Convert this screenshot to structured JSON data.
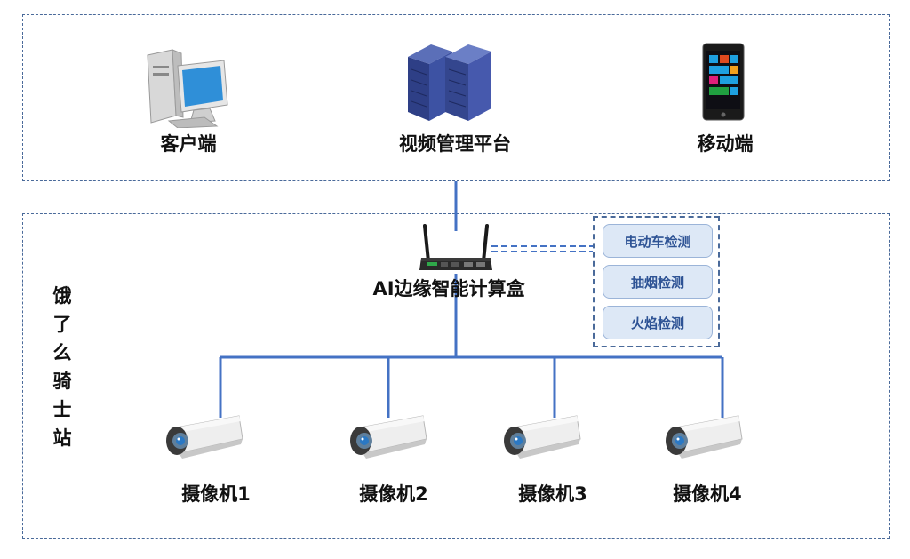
{
  "top_zone": {
    "client_label": "客户端",
    "platform_label": "视频管理平台",
    "mobile_label": "移动端"
  },
  "edge_box": {
    "label": "AI边缘智能计算盒"
  },
  "detections": [
    {
      "label": "电动车检测"
    },
    {
      "label": "抽烟检测"
    },
    {
      "label": "火焰检测"
    }
  ],
  "site_label": "饿了么骑士站",
  "cameras": [
    {
      "label": "摄像机1"
    },
    {
      "label": "摄像机2"
    },
    {
      "label": "摄像机3"
    },
    {
      "label": "摄像机4"
    }
  ],
  "icons": {
    "client": "desktop-computer-icon",
    "platform": "server-rack-icon",
    "mobile": "smartphone-icon",
    "edge_box": "router-icon",
    "camera": "security-camera-icon"
  },
  "colors": {
    "wire": "#4472c4",
    "zone_border": "#4a6a9a",
    "detection_fill": "#dde8f6",
    "detection_text": "#2e5395"
  }
}
